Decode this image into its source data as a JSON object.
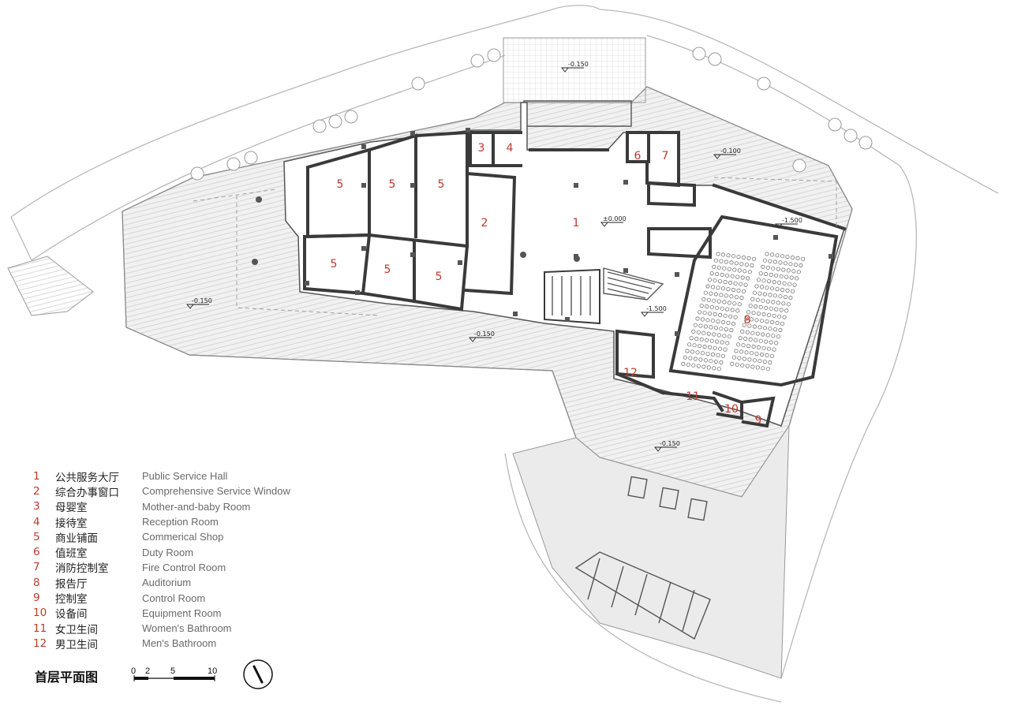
{
  "plan": {
    "rooms": [
      {
        "no": "1"
      },
      {
        "no": "2"
      },
      {
        "no": "3"
      },
      {
        "no": "4"
      },
      {
        "no": "5"
      },
      {
        "no": "6"
      },
      {
        "no": "7"
      },
      {
        "no": "8"
      },
      {
        "no": "9"
      },
      {
        "no": "10"
      },
      {
        "no": "11"
      },
      {
        "no": "12"
      }
    ],
    "levels": [
      "-0.150",
      "-0.100",
      "-1.500",
      "±0.000",
      "-1.500",
      "-0.150",
      "-0.150",
      "-0.150"
    ]
  },
  "legend": [
    {
      "no": "1",
      "zh": "公共服务大厅",
      "en": "Public Service Hall"
    },
    {
      "no": "2",
      "zh": "综合办事窗口",
      "en": "Comprehensive Service Window"
    },
    {
      "no": "3",
      "zh": "母婴室",
      "en": "Mother-and-baby Room"
    },
    {
      "no": "4",
      "zh": "接待室",
      "en": "Reception Room"
    },
    {
      "no": "5",
      "zh": "商业铺面",
      "en": "Commerical Shop"
    },
    {
      "no": "6",
      "zh": "值班室",
      "en": "Duty Room"
    },
    {
      "no": "7",
      "zh": "消防控制室",
      "en": "Fire Control Room"
    },
    {
      "no": "8",
      "zh": "报告厅",
      "en": "Auditorium"
    },
    {
      "no": "9",
      "zh": "控制室",
      "en": "Control Room"
    },
    {
      "no": "10",
      "zh": "设备间",
      "en": "Equipment Room"
    },
    {
      "no": "11",
      "zh": "女卫生间",
      "en": "Women's Bathroom"
    },
    {
      "no": "12",
      "zh": "男卫生间",
      "en": "Men's Bathroom"
    }
  ],
  "title": "首层平面图",
  "scale": {
    "ticks": [
      "0",
      "2",
      "5",
      "10"
    ]
  },
  "colors": {
    "room_number": "#c0392b",
    "wall": "#3a3a3a",
    "site": "#f1f1f1"
  },
  "icons": {
    "north": "north-arrow-icon",
    "tree": "tree-icon"
  }
}
